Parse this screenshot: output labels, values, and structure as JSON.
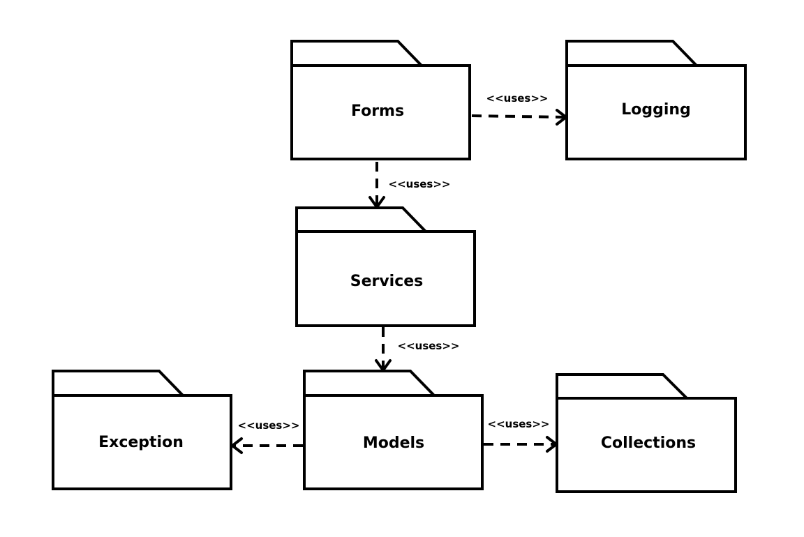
{
  "packages": {
    "forms": {
      "label": "Forms"
    },
    "logging": {
      "label": "Logging"
    },
    "services": {
      "label": "Services"
    },
    "models": {
      "label": "Models"
    },
    "exception": {
      "label": "Exception"
    },
    "collections": {
      "label": "Collections"
    }
  },
  "dependencies": {
    "forms_logging": {
      "label": "<<uses>>"
    },
    "forms_services": {
      "label": "<<uses>>"
    },
    "services_models": {
      "label": "<<uses>>"
    },
    "models_exception": {
      "label": "<<uses>>"
    },
    "models_collections": {
      "label": "<<uses>>"
    }
  }
}
